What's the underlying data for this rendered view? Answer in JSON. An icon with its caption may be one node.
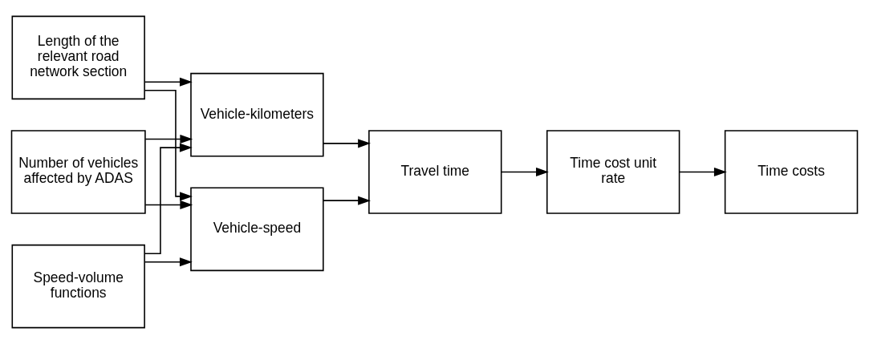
{
  "diagram": {
    "nodes": [
      {
        "text": [
          "Length of the relevant road network section"
        ]
      },
      {
        "text": [
          "Number of vehicles affected by ADAS"
        ]
      },
      {
        "text": [
          "Speed-volume functions"
        ]
      },
      {
        "text": [
          "Vehicle-kilometers"
        ]
      },
      {
        "text": [
          "Vehicle-speed"
        ]
      },
      {
        "text": [
          "Travel time"
        ]
      },
      {
        "text": [
          "Time cost unit rate"
        ]
      },
      {
        "text": [
          "Time costs"
        ]
      }
    ],
    "edges": [
      {
        "from": 0,
        "to": 3,
        "arrow": "to"
      },
      {
        "from": 0,
        "to": 4,
        "arrow": "to"
      },
      {
        "from": 1,
        "to": 3,
        "arrow": "to"
      },
      {
        "from": 1,
        "to": 4,
        "arrow": "to"
      },
      {
        "from": 2,
        "to": 3,
        "arrow": "to"
      },
      {
        "from": 2,
        "to": 4,
        "arrow": "to"
      },
      {
        "from": 3,
        "to": 5,
        "arrow": "to"
      },
      {
        "from": 4,
        "to": 5,
        "arrow": "to"
      },
      {
        "from": 5,
        "to": 6,
        "arrow": "to"
      },
      {
        "from": 6,
        "to": 7,
        "arrow": "to"
      }
    ]
  }
}
